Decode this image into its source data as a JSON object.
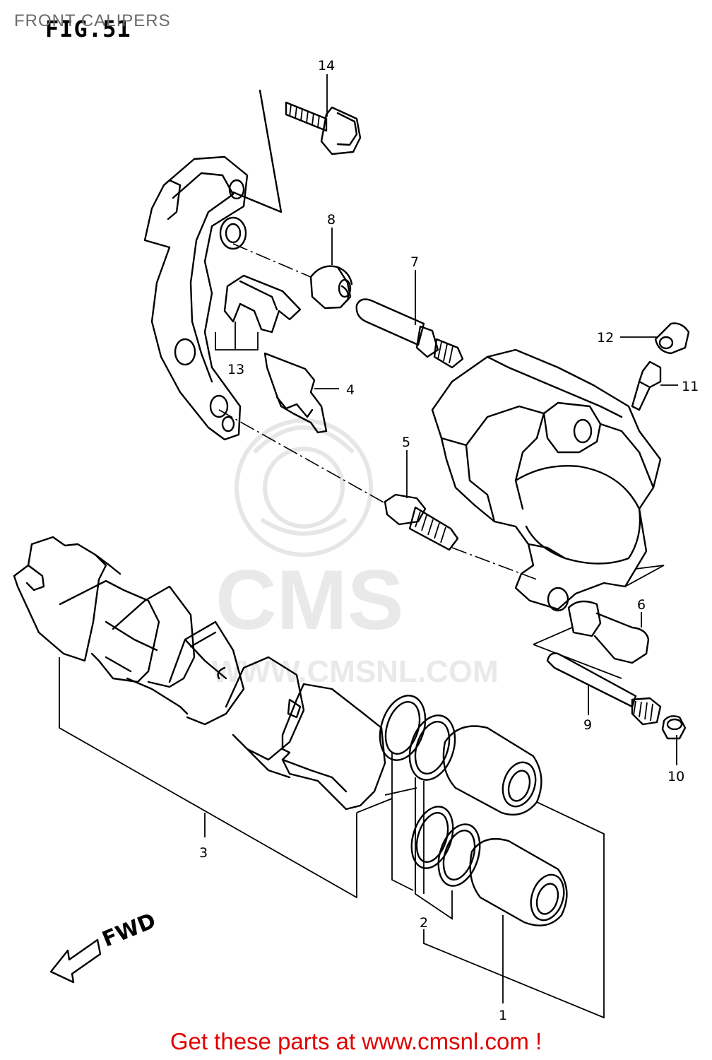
{
  "header": {
    "title": "FRONT CALIPERS",
    "figure_label": "FIG.51"
  },
  "watermark": {
    "brand": "CMS",
    "url": "WWW.CMSNL.COM"
  },
  "callouts": [
    {
      "id": "c1",
      "label": "1"
    },
    {
      "id": "c2",
      "label": "2"
    },
    {
      "id": "c3",
      "label": "3"
    },
    {
      "id": "c4",
      "label": "4"
    },
    {
      "id": "c5",
      "label": "5"
    },
    {
      "id": "c6",
      "label": "6"
    },
    {
      "id": "c7",
      "label": "7"
    },
    {
      "id": "c8",
      "label": "8"
    },
    {
      "id": "c9",
      "label": "9"
    },
    {
      "id": "c10",
      "label": "10"
    },
    {
      "id": "c11",
      "label": "11"
    },
    {
      "id": "c12",
      "label": "12"
    },
    {
      "id": "c13",
      "label": "13"
    },
    {
      "id": "c14",
      "label": "14"
    }
  ],
  "direction_label": "FWD",
  "footer": {
    "link_text": "Get these parts at www.cmsnl.com !"
  }
}
